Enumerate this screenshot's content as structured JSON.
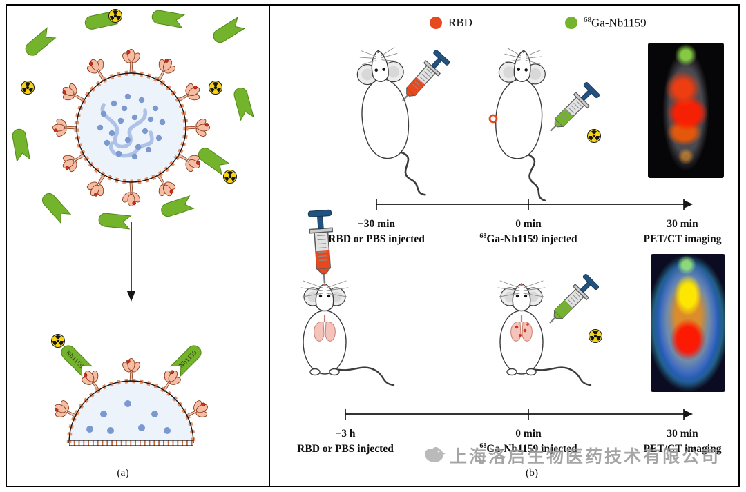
{
  "figure": {
    "panel_a": {
      "label": "(a)",
      "nb_tag": "Nb1159"
    },
    "panel_b": {
      "label": "(b)",
      "legend": {
        "rbd": {
          "label": "RBD",
          "color": "#e8481e"
        },
        "ganb": {
          "sup": "68",
          "label": "Ga-Nb1159",
          "color": "#74b32c"
        }
      },
      "timelines": [
        {
          "points": [
            {
              "time": "−30 min",
              "sup": "",
              "event": "RBD or PBS injected"
            },
            {
              "time": "0 min",
              "sup": "68",
              "event": "Ga-Nb1159 injected"
            },
            {
              "time": "30 min",
              "sup": "",
              "event": "PET/CT imaging"
            }
          ]
        },
        {
          "points": [
            {
              "time": "−3 h",
              "sup": "",
              "event": "RBD or PBS injected"
            },
            {
              "time": "0 min",
              "sup": "68",
              "event": "Ga-Nb1159 injected"
            },
            {
              "time": "30 min",
              "sup": "",
              "event": "PET/CT imaging"
            }
          ]
        }
      ],
      "watermark": "上海洛启生物医药技术有限公司"
    },
    "colors": {
      "rbd_red": "#e8481e",
      "nanobody_green": "#74b32c",
      "radioactive_yellow": "#f6d414",
      "spike_peach": "#f4bda4",
      "membrane_orange": "#e78f66",
      "rna_blue": "#7b98cf",
      "syringe_blue": "#24527e",
      "virus_fill": "#edf3fb"
    }
  }
}
